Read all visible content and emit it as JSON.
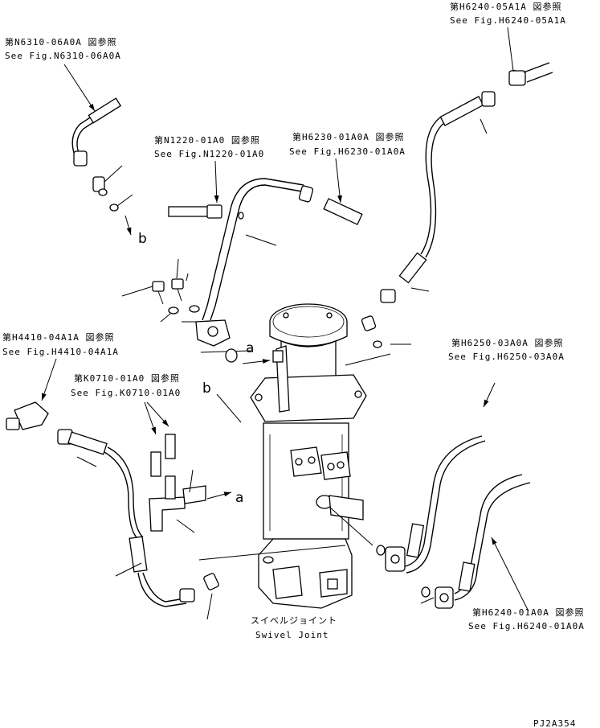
{
  "references": {
    "n6310": {
      "jp": "第N6310-06A0A 図参照",
      "en": "See Fig.N6310-06A0A"
    },
    "n1220": {
      "jp": "第N1220-01A0 図参照",
      "en": "See Fig.N1220-01A0"
    },
    "h6230": {
      "jp": "第H6230-01A0A 図参照",
      "en": "See Fig.H6230-01A0A"
    },
    "h6240_05": {
      "jp": "第H6240-05A1A 図参照",
      "en": "See Fig.H6240-05A1A"
    },
    "h4410": {
      "jp": "第H4410-04A1A 図参照",
      "en": "See Fig.H4410-04A1A"
    },
    "k0710": {
      "jp": "第K0710-01A0 図参照",
      "en": "See Fig.K0710-01A0"
    },
    "h6250": {
      "jp": "第H6250-03A0A 図参照",
      "en": "See Fig.H6250-03A0A"
    },
    "h6240_01": {
      "jp": "第H6240-01A0A 図参照",
      "en": "See Fig.H6240-01A0A"
    }
  },
  "callouts": {
    "a": "a",
    "b": "b"
  },
  "main_part": {
    "jp": "スイベルジョイント",
    "en": "Swivel Joint"
  },
  "drawing_code": "PJ2A354"
}
